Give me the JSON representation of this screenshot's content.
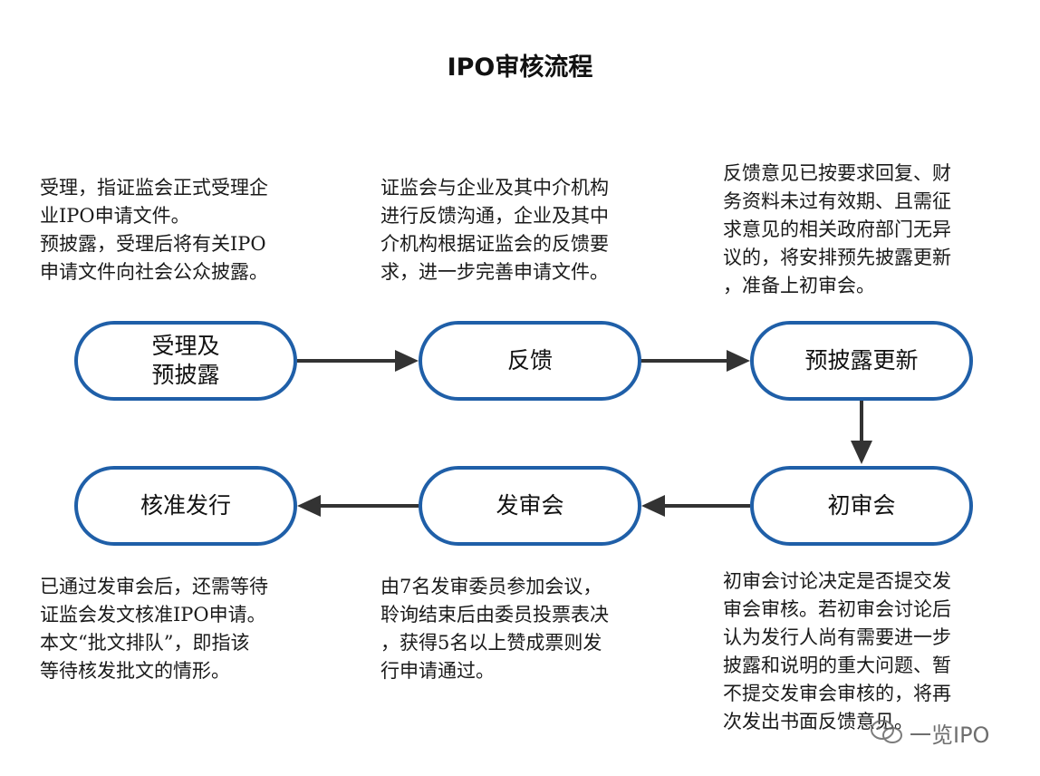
{
  "title": "IPO审核流程",
  "nodes": {
    "accept": "受理及\n预披露",
    "feedback": "反馈",
    "update": "预披露更新",
    "prelim": "初审会",
    "committee": "发审会",
    "approval": "核准发行"
  },
  "descriptions": {
    "accept": "受理，指证监会正式受理企\n业IPO申请文件。\n预披露，受理后将有关IPO\n申请文件向社会公众披露。",
    "feedback": "证监会与企业及其中介机构\n进行反馈沟通，企业及其中\n介机构根据证监会的反馈要\n求，进一步完善申请文件。",
    "update": "反馈意见已按要求回复、财\n务资料未过有效期、且需征\n求意见的相关政府部门无异\n议的，将安排预先披露更新\n，准备上初审会。",
    "approval": "已通过发审会后，还需等待\n证监会发文核准IPO申请。\n本文“批文排队”，即指该\n等待核发批文的情形。",
    "committee": "由7名发审委员参加会议，\n聆询结束后由委员投票表决\n，获得5名以上赞成票则发\n行申请通过。",
    "prelim": "初审会讨论决定是否提交发\n审会审核。若初审会讨论后\n认为发行人尚有需要进一步\n披露和说明的重大问题、暂\n不提交发审会审核的，将再\n次发出书面反馈意见。"
  },
  "watermark": "一览IPO",
  "colors": {
    "node_border": "#1f5fa8",
    "arrow": "#333333"
  }
}
